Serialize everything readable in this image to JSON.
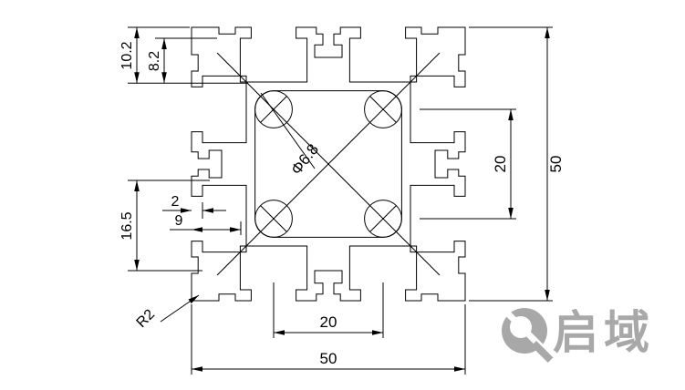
{
  "drawing": {
    "dimensions": {
      "d10_2": "10.2",
      "d8_2": "8.2",
      "d16_5": "16.5",
      "d2": "2",
      "d9": "9",
      "dia6_8": "Φ6.8",
      "d20_right": "20",
      "d50_right": "50",
      "d20_bottom": "20",
      "d50_bottom": "50",
      "r2": "R2"
    },
    "logo": {
      "text": "启域"
    },
    "colors": {
      "line": "#000000",
      "logo_gray": "#a8a8a8",
      "background": "#ffffff"
    }
  }
}
